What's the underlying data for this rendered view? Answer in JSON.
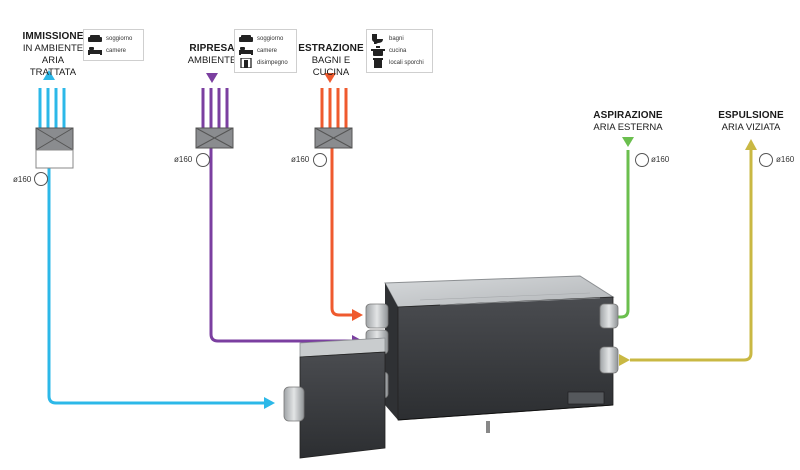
{
  "labels": {
    "immissione": {
      "title": "IMMISSIONE",
      "line1": "IN AMBIENTE",
      "line2": "ARIA TRATTATA"
    },
    "ripresa": {
      "title": "RIPRESA",
      "line1": "AMBIENTE"
    },
    "estrazione": {
      "title": "ESTRAZIONE",
      "line1": "BAGNI E CUCINA"
    },
    "aspirazione": {
      "title": "ASPIRAZIONE",
      "line1": "ARIA ESTERNA"
    },
    "espulsione": {
      "title": "ESPULSIONE",
      "line1": "ARIA VIZIATA"
    }
  },
  "legends": {
    "immissione": [
      {
        "icon": "sofa-icon",
        "text": "soggiorno"
      },
      {
        "icon": "bed-icon",
        "text": "camere"
      }
    ],
    "ripresa": [
      {
        "icon": "sofa-icon",
        "text": "soggiorno"
      },
      {
        "icon": "bed-icon",
        "text": "camere"
      },
      {
        "icon": "door-icon",
        "text": "disimpegno"
      }
    ],
    "estrazione": [
      {
        "icon": "toilet-icon",
        "text": "bagni"
      },
      {
        "icon": "cooking-pot-icon",
        "text": "cucina"
      },
      {
        "icon": "trash-bin-icon",
        "text": "locali sporchi"
      }
    ]
  },
  "diameter": "ø160",
  "colors": {
    "immissione": "#2cb8e8",
    "ripresa": "#7b3fa0",
    "estrazione": "#ef5a2e",
    "aspirazione": "#6bbf4e",
    "espulsione": "#c9b843",
    "unit_top": "#c5c8ca",
    "unit_side": "#3a3c3f",
    "damper": "#8a8c8f"
  }
}
